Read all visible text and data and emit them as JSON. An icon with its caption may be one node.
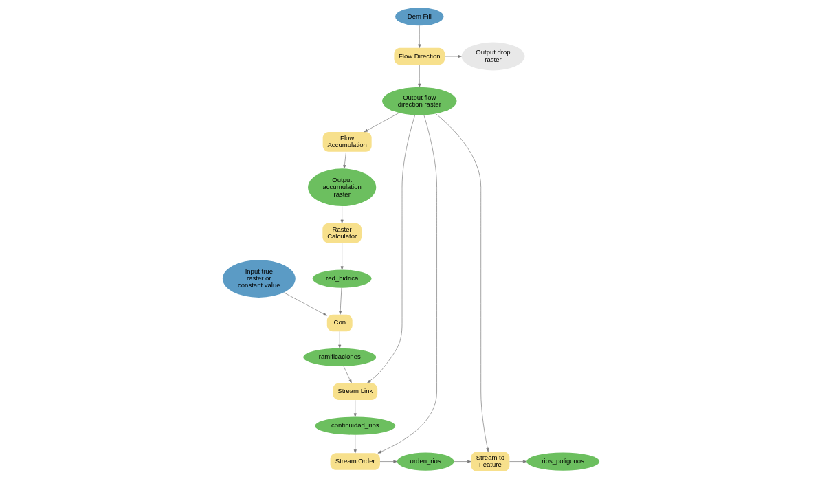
{
  "diagram": {
    "nodes": [
      {
        "text": [
          "Dem Fill"
        ]
      },
      {
        "text": [
          "Input true raster or constant value"
        ]
      },
      {
        "text": [
          "Output accumulation raster"
        ]
      },
      {
        "text": [
          "red_hidrica"
        ]
      },
      {
        "text": [
          "ramificaciones"
        ]
      },
      {
        "text": [
          "Output drop raster"
        ]
      },
      {
        "text": [
          "Flow Direction"
        ]
      },
      {
        "text": [
          "Flow Accumulation"
        ]
      },
      {
        "text": [
          "Raster Calculator"
        ]
      },
      {
        "text": [
          "Con"
        ]
      },
      {
        "text": [
          "Stream Link"
        ]
      },
      {
        "text": [
          "Output flow direction raster"
        ]
      },
      {
        "text": [
          "continuidad_rios"
        ]
      },
      {
        "text": [
          "rios_poligonos"
        ]
      },
      {
        "text": [
          "Stream to Feature"
        ]
      },
      {
        "text": [
          "orden_rios"
        ]
      },
      {
        "text": [
          "Stream Order"
        ]
      }
    ],
    "edges": [
      {
        "from": 0,
        "to": 6,
        "arrow": "to"
      },
      {
        "from": 6,
        "to": 5,
        "arrow": "to"
      },
      {
        "from": 6,
        "to": 11,
        "arrow": "to"
      },
      {
        "from": 11,
        "to": 7,
        "arrow": "to"
      },
      {
        "from": 7,
        "to": 2,
        "arrow": "to"
      },
      {
        "from": 2,
        "to": 8,
        "arrow": "to"
      },
      {
        "from": 8,
        "to": 3,
        "arrow": "to"
      },
      {
        "from": 3,
        "to": 9,
        "arrow": "to"
      },
      {
        "from": 1,
        "to": 9,
        "arrow": "to"
      },
      {
        "from": 9,
        "to": 4,
        "arrow": "to"
      },
      {
        "from": 4,
        "to": 10,
        "arrow": "to"
      },
      {
        "from": 11,
        "to": 10,
        "arrow": "to"
      },
      {
        "from": 10,
        "to": 12,
        "arrow": "to"
      },
      {
        "from": 12,
        "to": 16,
        "arrow": "to"
      },
      {
        "from": 11,
        "to": 16,
        "arrow": "to"
      },
      {
        "from": 11,
        "to": 14,
        "arrow": "to"
      },
      {
        "from": 16,
        "to": 15,
        "arrow": "to"
      },
      {
        "from": 15,
        "to": 14,
        "arrow": "to"
      },
      {
        "from": 14,
        "to": 13,
        "arrow": "to"
      }
    ]
  }
}
